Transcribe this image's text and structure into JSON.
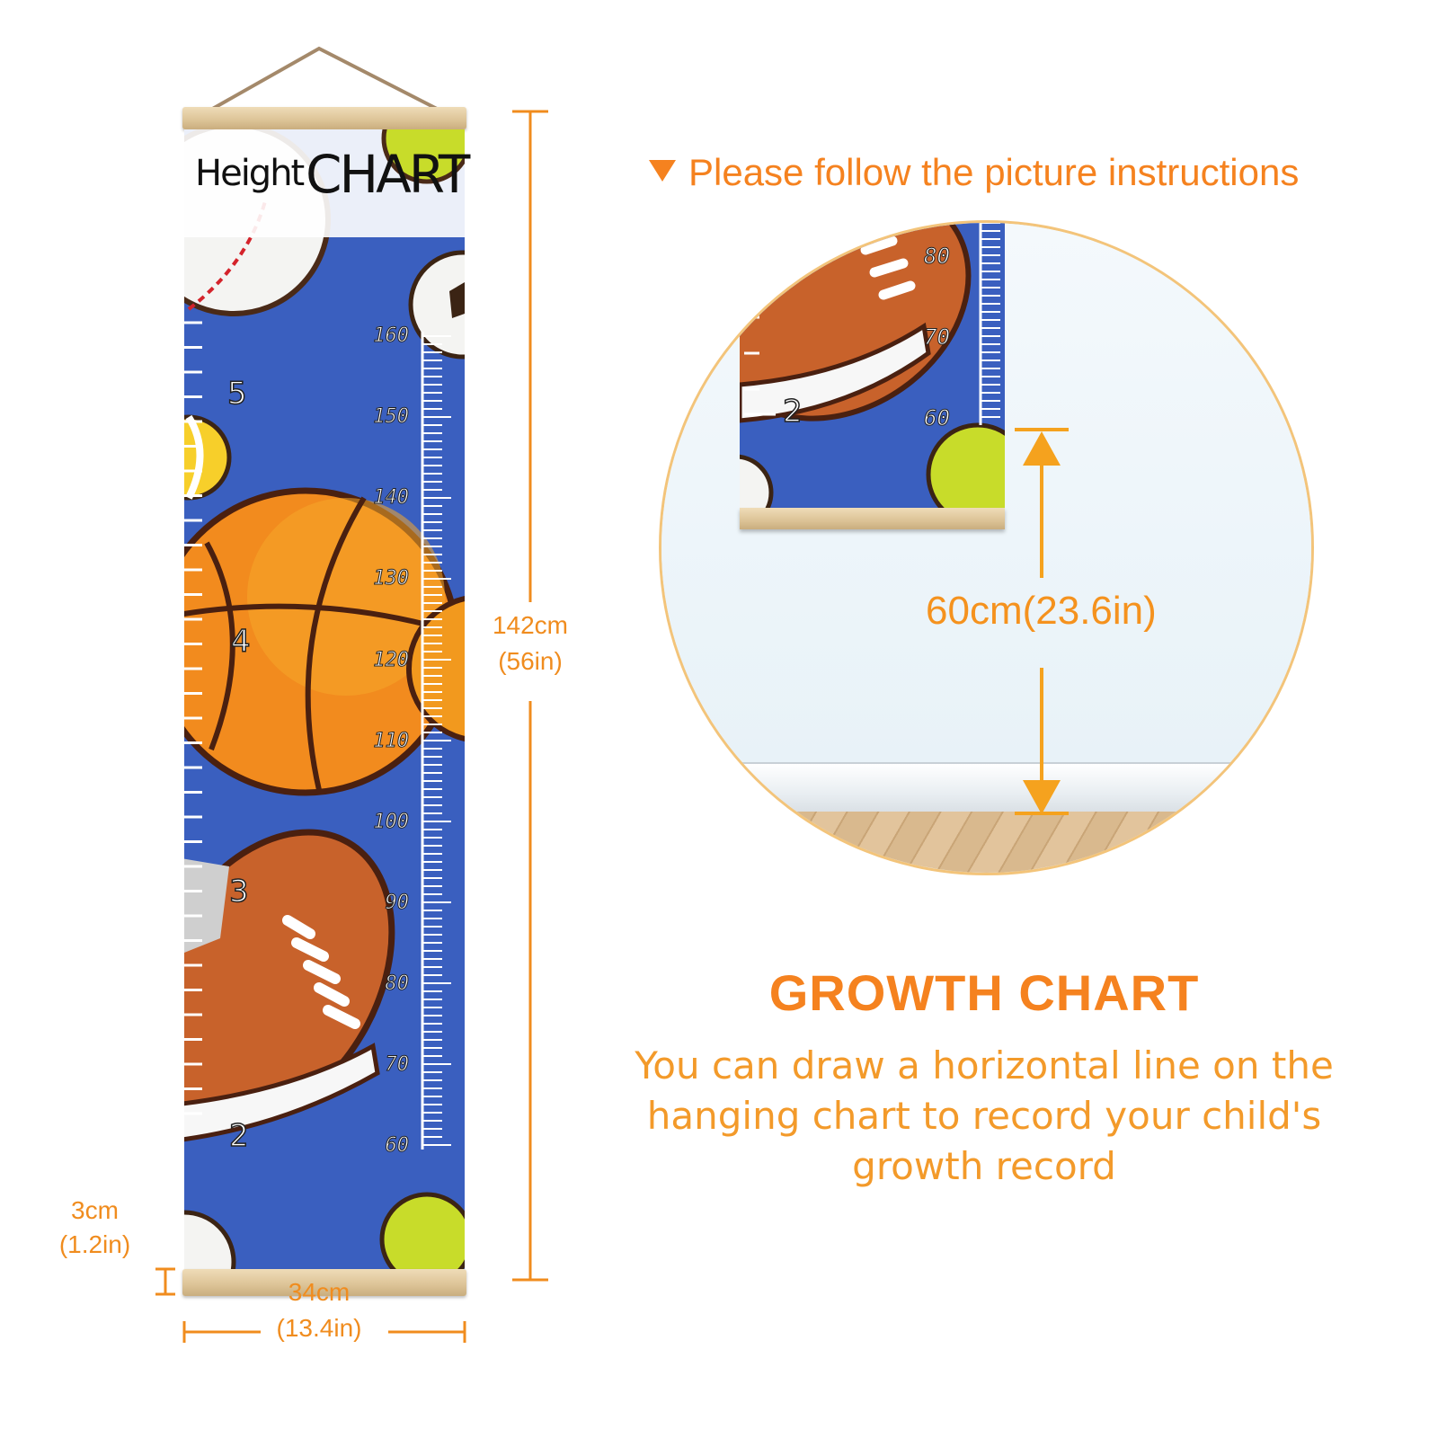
{
  "chart": {
    "title_word1": "Height",
    "title_word2": "CHART",
    "cm_scale": [
      "160",
      "150",
      "140",
      "130",
      "120",
      "110",
      "100",
      "90",
      "80",
      "70",
      "60"
    ],
    "ft_scale": [
      "5",
      "4",
      "3",
      "2"
    ]
  },
  "dimensions": {
    "height_cm": "142cm",
    "height_in": "(56in)",
    "stick_cm": "3cm",
    "stick_in": "(1.2in)",
    "width_cm": "34cm",
    "width_in": "(13.4in)"
  },
  "instruction": {
    "text": "Please follow the picture instructions",
    "icon": "down-triangle-icon"
  },
  "zoom": {
    "cm_labels": [
      "80",
      "70",
      "60"
    ],
    "ft_label": "2",
    "distance": "60cm(23.6in)"
  },
  "growth": {
    "title": "GROWTH CHART",
    "line1": "You can draw a horizontal line on the",
    "line2": "hanging chart to record your child's",
    "line3": "growth record"
  },
  "colors": {
    "accent": "#f5821f",
    "panel_blue": "#3a5fbf",
    "wood": "#dcc396"
  }
}
